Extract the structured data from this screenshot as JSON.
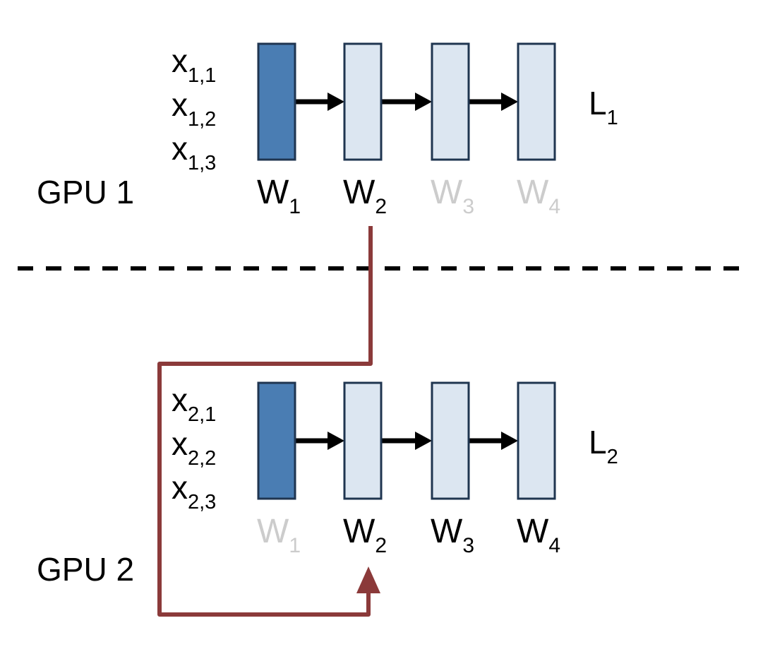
{
  "diagram": {
    "colors": {
      "active_layer_fill": "#4a7db3",
      "inactive_layer_fill": "#dce6f1",
      "layer_stroke": "#1f3550",
      "arrow": "#000000",
      "transfer_path": "#8b3a3a",
      "active_text": "#000000",
      "faded_text": "#cccccc"
    },
    "gpus": [
      {
        "label": "GPU 1",
        "inputs": [
          {
            "base": "x",
            "sub": "1,1"
          },
          {
            "base": "x",
            "sub": "1,2"
          },
          {
            "base": "x",
            "sub": "1,3"
          }
        ],
        "loss": {
          "base": "L",
          "sub": "1"
        },
        "layers": [
          {
            "base": "W",
            "sub": "1",
            "filled": true,
            "label_faded": false
          },
          {
            "base": "W",
            "sub": "2",
            "filled": false,
            "label_faded": false
          },
          {
            "base": "W",
            "sub": "3",
            "filled": false,
            "label_faded": true
          },
          {
            "base": "W",
            "sub": "4",
            "filled": false,
            "label_faded": true
          }
        ]
      },
      {
        "label": "GPU 2",
        "inputs": [
          {
            "base": "x",
            "sub": "2,1"
          },
          {
            "base": "x",
            "sub": "2,2"
          },
          {
            "base": "x",
            "sub": "2,3"
          }
        ],
        "loss": {
          "base": "L",
          "sub": "2"
        },
        "layers": [
          {
            "base": "W",
            "sub": "1",
            "filled": true,
            "label_faded": true
          },
          {
            "base": "W",
            "sub": "2",
            "filled": false,
            "label_faded": false
          },
          {
            "base": "W",
            "sub": "3",
            "filled": false,
            "label_faded": false
          },
          {
            "base": "W",
            "sub": "4",
            "filled": false,
            "label_faded": false
          }
        ]
      }
    ]
  }
}
